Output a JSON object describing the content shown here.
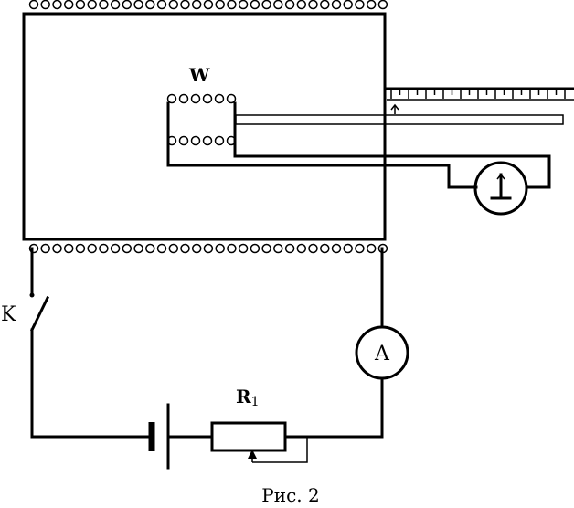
{
  "labels": {
    "coil": "W",
    "switch": "K",
    "ammeter": "A",
    "resistor_main": "R",
    "resistor_sub": "1",
    "caption": "Рис. 2"
  },
  "icons": {
    "galvanometer": "galvanometer-icon",
    "ammeter": "ammeter-icon",
    "battery": "battery-icon",
    "switch": "switch-icon",
    "rheostat": "rheostat-icon"
  }
}
